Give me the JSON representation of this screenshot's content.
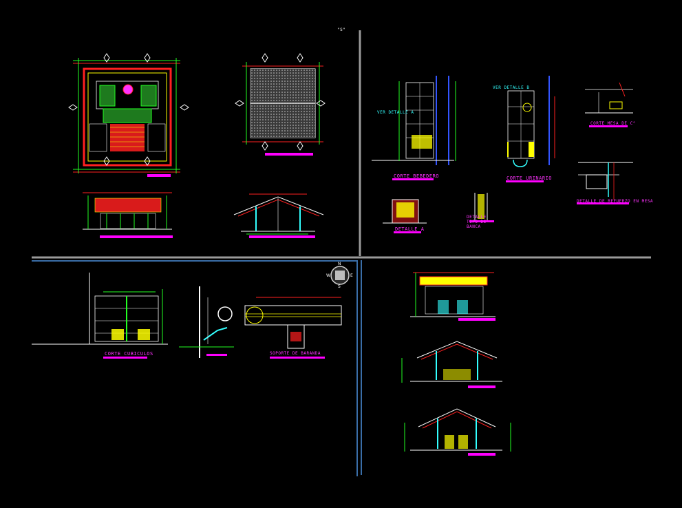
{
  "top_marker": "\"S\"",
  "compass": {
    "n": "N",
    "s": "S",
    "e": "E",
    "w": "W"
  },
  "titles": {
    "corte_bebedero": "CORTE BEBEDERO",
    "ver_detalle_a": "VER DETALLE A",
    "corte_urinario": "CORTE URINARIO",
    "ver_detalle_b": "VER DETALLE B",
    "corte_mesa": "CORTE MESA DE C°",
    "detalle_a": "DETALLE A",
    "detalle_tipo": "DETALLE TIPO DE BANCA",
    "detalle_refuerzo": "DETALLE DE REFUERZO EN MESA",
    "corte_cubiculos": "CORTE CUBICULOS",
    "soporte": "SOPORTE DE BARANDA"
  },
  "colors": {
    "magenta": "#ff33ff",
    "red": "#ff2020",
    "green": "#22ff22",
    "cyan": "#33ffff",
    "yellow": "#ffff00",
    "blue": "#3355ff",
    "white": "#ffffff",
    "grey": "#9a9a9a",
    "frame_blue": "#3a6ea8"
  }
}
